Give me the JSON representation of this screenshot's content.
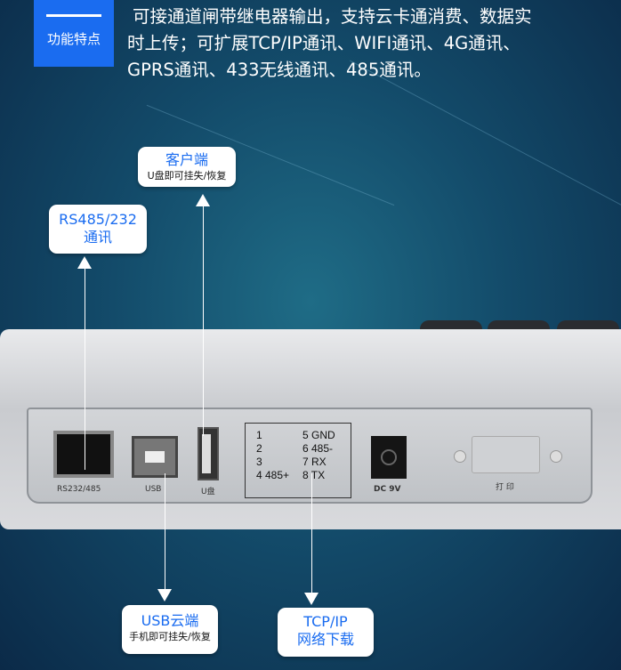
{
  "badge": {
    "label": "功能特点"
  },
  "description": {
    "lines": [
      "可接通道闸带继电器输出，支持云卡通消费、数据实",
      "时上传；可扩展TCP/IP通讯、WIFI通讯、4G通讯、",
      "GPRS通讯、433无线通讯、485通讯。"
    ]
  },
  "callouts": {
    "client": {
      "title": "客户端",
      "sub": "U盘即可挂失/恢复"
    },
    "rs485": {
      "title": "RS485/232",
      "sub": "通讯"
    },
    "usb_cloud": {
      "title": "USB云端",
      "sub": "手机即可挂失/恢复"
    },
    "tcpip": {
      "title": "TCP/IP",
      "sub": "网络下载"
    }
  },
  "ports": {
    "rj45": "RS232/485",
    "usb": "USB",
    "udisk": "U盘",
    "dc": "DC  9V",
    "printer": "打 印"
  },
  "pins": [
    [
      "1",
      "5 GND"
    ],
    [
      "2",
      "6 485-"
    ],
    [
      "3",
      "7 RX"
    ],
    [
      "4 485+",
      "8 TX"
    ]
  ]
}
